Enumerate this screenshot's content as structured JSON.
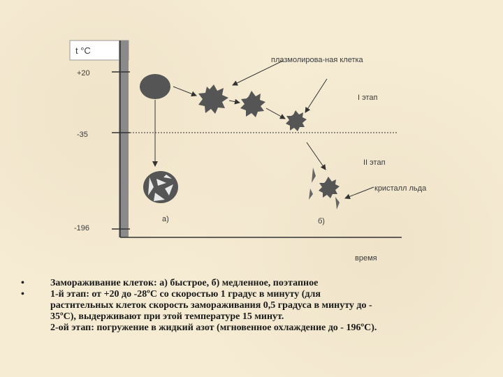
{
  "axis": {
    "y_label": "t °C",
    "y_ticks": [
      "+20",
      "-35",
      "-196"
    ],
    "x_label": "время"
  },
  "labels": {
    "plasmolysed": "плазмолирова-ная клетка",
    "stage1": "I этап",
    "stage2": "II этап",
    "ice": "кристалл льда",
    "panel_a": "а)",
    "panel_b": "б)"
  },
  "notes": {
    "item1": "Замораживание клеток: а) быстрое, б) медленное, поэтапное",
    "item2_lines": [
      "1-й этап: от +20 до -28ºС со скоростью 1 градус в минуту (для",
      "растительных клеток скорость замораживания 0,5 градуса в минуту до -",
      "35ºС), выдерживают при этой температуре 15 минут.",
      "2-ой этап: погружение в жидкий азот (мгновенное охлаждение до - 196ºС)."
    ]
  },
  "colors": {
    "cell": "#555555",
    "axis": "#333333",
    "axis_bar": "#8a8a8a"
  }
}
